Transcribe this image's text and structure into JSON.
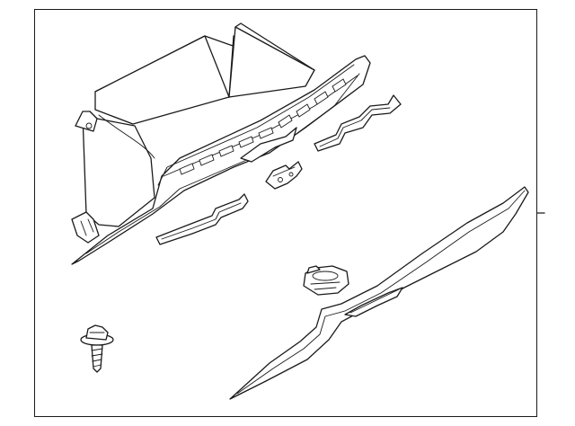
{
  "diagram": {
    "parts": [
      {
        "id": "glove-box-assembly",
        "icon": "glove-box-icon"
      },
      {
        "id": "upper-bracket",
        "icon": "bracket-icon"
      },
      {
        "id": "lower-bracket",
        "icon": "bracket-icon"
      },
      {
        "id": "latch-clip",
        "icon": "clip-icon"
      },
      {
        "id": "door-trim-panel",
        "icon": "trim-panel-icon"
      },
      {
        "id": "damper-clip",
        "icon": "damper-icon"
      },
      {
        "id": "retaining-screw",
        "icon": "screw-icon"
      }
    ],
    "line_color": "#1a1a1a",
    "background": "#ffffff"
  }
}
